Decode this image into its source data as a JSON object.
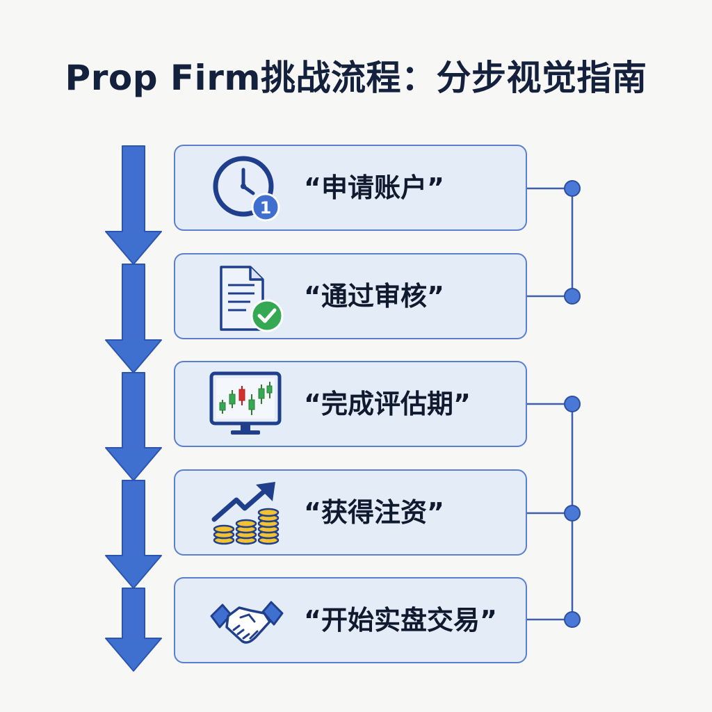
{
  "title": "Prop Firm挑战流程：分步视觉指南",
  "colors": {
    "arrow": "#3f6fcf",
    "box_fill": "#e4ecf8",
    "box_border": "#5a7fd0",
    "connector": "#3f5fa8",
    "dot": "#4a78d6",
    "title": "#14213d"
  },
  "steps": [
    {
      "label": "“申请账户”",
      "icon": "clock-icon",
      "badge": "1"
    },
    {
      "label": "“通过审核”",
      "icon": "document-check-icon"
    },
    {
      "label": "“完成评估期”",
      "icon": "candlestick-monitor-icon"
    },
    {
      "label": "“获得注资”",
      "icon": "growth-coins-icon"
    },
    {
      "label": "“开始实盘交易”",
      "icon": "handshake-icon"
    }
  ]
}
